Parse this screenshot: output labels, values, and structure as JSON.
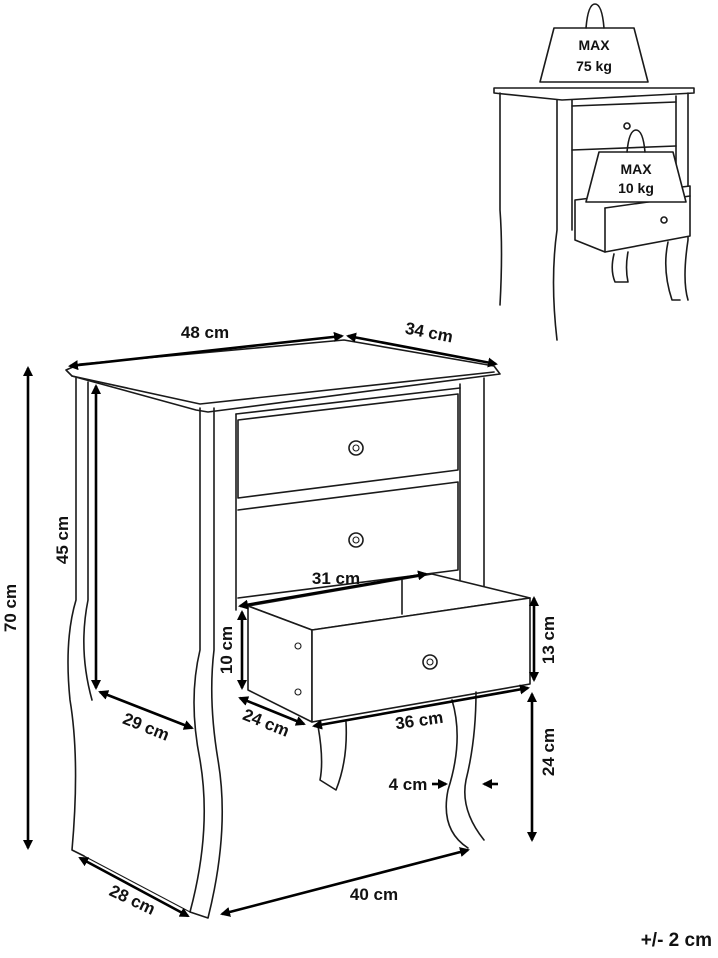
{
  "dimensions": {
    "width_top": "48 cm",
    "depth_top": "34 cm",
    "total_height": "70 cm",
    "body_height": "45 cm",
    "side_depth": "29 cm",
    "drawer_width_inner": "31 cm",
    "drawer_height_inner": "10 cm",
    "drawer_depth": "24 cm",
    "drawer_front_width": "36 cm",
    "drawer_front_height": "13 cm",
    "leg_height": "24 cm",
    "leg_width": "4 cm",
    "base_depth": "28 cm",
    "base_width": "40 cm"
  },
  "load": {
    "max_label": "MAX",
    "top_load": "75 kg",
    "drawer_load": "10 kg"
  },
  "tolerance": "+/- 2 cm"
}
